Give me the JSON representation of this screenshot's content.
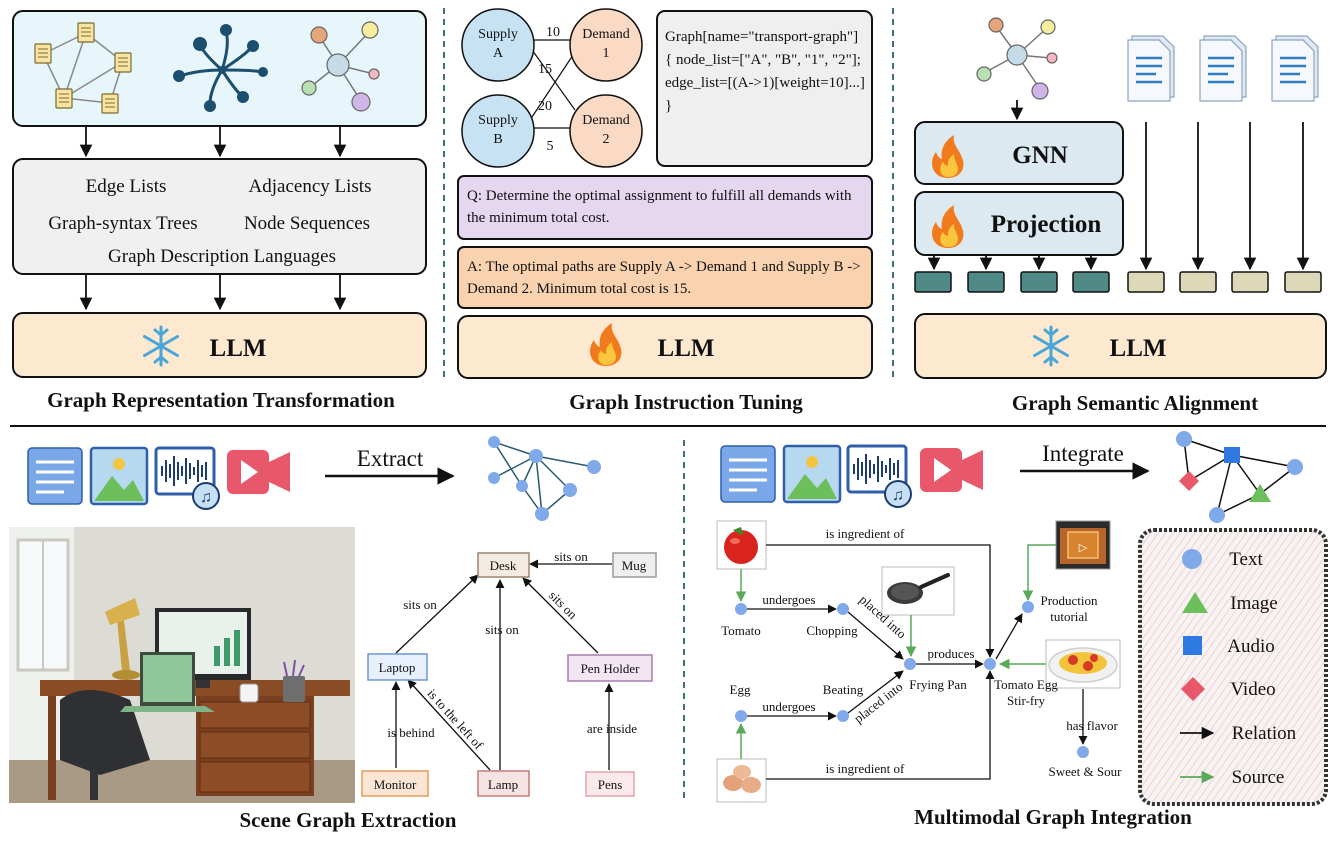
{
  "panels": {
    "repr": {
      "title": "Graph Representation Transformation",
      "formats": [
        "Edge Lists",
        "Adjacency Lists",
        "Graph-syntax Trees",
        "Node Sequences",
        "Graph Description Languages"
      ],
      "llm": "LLM"
    },
    "instr": {
      "title": "Graph Instruction Tuning",
      "graph": {
        "supply_a": "Supply A",
        "supply_b": "Supply B",
        "demand_1": "Demand 1",
        "demand_2": "Demand 2",
        "weights": [
          "10",
          "15",
          "20",
          "5"
        ]
      },
      "code": "Graph[name=\"transport-graph\"] { node_list=[\"A\", \"B\", \"1\", \"2\"]; edge_list=[(A->1)[weight=10]...] }",
      "question": "Q: Determine the optimal assignment to fulfill all demands with the minimum total cost.",
      "answer": "A: The optimal paths are Supply A -> Demand 1 and Supply B -> Demand 2. Minimum total cost is 15.",
      "llm": "LLM"
    },
    "align": {
      "title": "Graph Semantic Alignment",
      "gnn": "GNN",
      "projection": "Projection",
      "llm": "LLM"
    },
    "scene": {
      "title": "Scene Graph Extraction",
      "extract": "Extract",
      "nodes": [
        "Desk",
        "Mug",
        "Laptop",
        "Pen Holder",
        "Monitor",
        "Lamp",
        "Pens"
      ],
      "relations": [
        "sits on",
        "sits on",
        "sits on",
        "sits on",
        "is behind",
        "is to the left of",
        "are inside"
      ]
    },
    "multi": {
      "title": "Multimodal Graph Integration",
      "integrate": "Integrate",
      "nodes": [
        "Tomato",
        "Chopping",
        "Egg",
        "Beating",
        "Frying Pan",
        "Production tutorial",
        "Tomato Egg Stir-fry",
        "Sweet & Sour"
      ],
      "relations": [
        "is ingredient of",
        "undergoes",
        "placed into",
        "produces",
        "undergoes",
        "placed into",
        "is ingredient of",
        "has flavor"
      ],
      "legend": [
        "Text",
        "Image",
        "Audio",
        "Video",
        "Relation",
        "Source"
      ]
    }
  },
  "colors": {
    "light_blue": "#e6f6fb",
    "light_gray": "#f0f0f0",
    "peach": "#fde9d0",
    "lavender": "#e4d7ef",
    "orange_box": "#f9d3b0",
    "teal_token": "#4f8a86",
    "beige_token": "#ddd9b8",
    "node_blue": "#7fa9e8",
    "supply_blue": "#c7e2f2",
    "demand_peach": "#fad9c5"
  }
}
